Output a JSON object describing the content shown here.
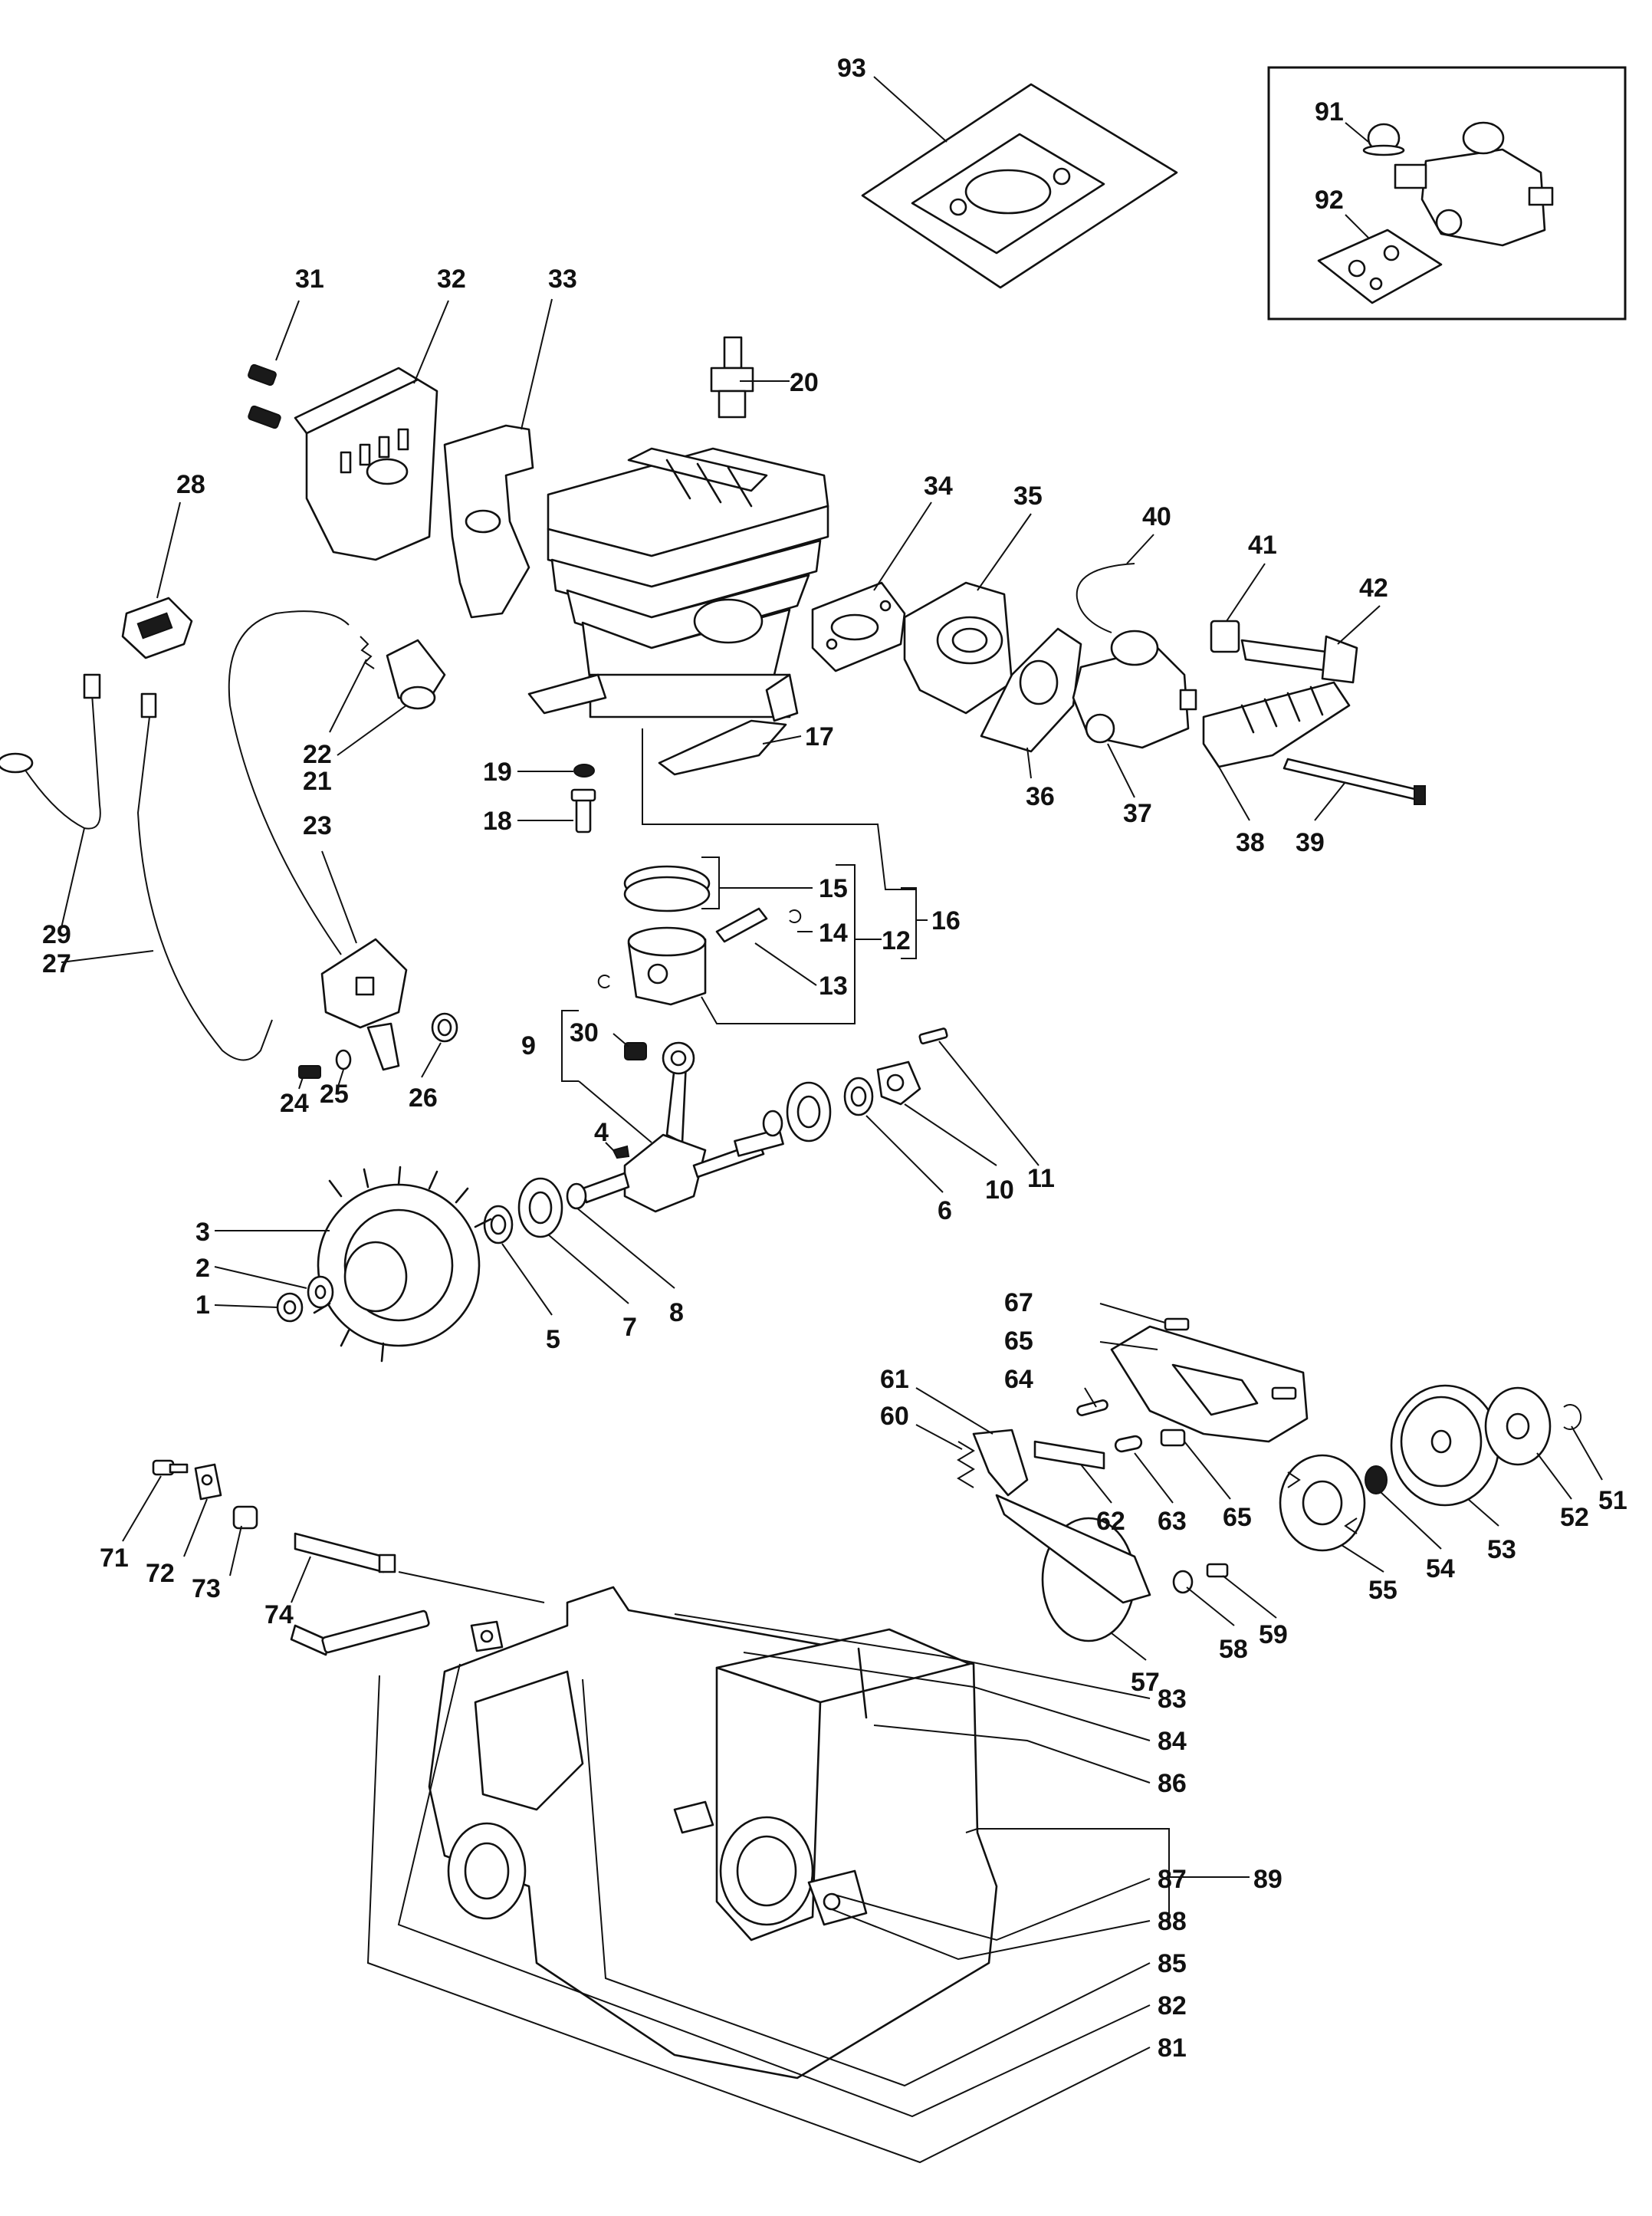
{
  "parts": {
    "p1": "1",
    "p2": "2",
    "p3": "3",
    "p4": "4",
    "p5": "5",
    "p6": "6",
    "p7": "7",
    "p8": "8",
    "p9": "9",
    "p10": "10",
    "p11": "11",
    "p12": "12",
    "p13": "13",
    "p14": "14",
    "p15": "15",
    "p16": "16",
    "p17": "17",
    "p18": "18",
    "p19": "19",
    "p20": "20",
    "p21": "21",
    "p22": "22",
    "p23": "23",
    "p24": "24",
    "p25": "25",
    "p26": "26",
    "p27": "27",
    "p28": "28",
    "p29": "29",
    "p30": "30",
    "p31": "31",
    "p32": "32",
    "p33": "33",
    "p34": "34",
    "p35": "35",
    "p36": "36",
    "p37": "37",
    "p38": "38",
    "p39": "39",
    "p40": "40",
    "p41": "41",
    "p42": "42",
    "p51": "51",
    "p52": "52",
    "p53": "53",
    "p54": "54",
    "p55": "55",
    "p57": "57",
    "p58": "58",
    "p59": "59",
    "p60": "60",
    "p61": "61",
    "p62": "62",
    "p63": "63",
    "p64": "64",
    "p65a": "65",
    "p65b": "65",
    "p67": "67",
    "p71": "71",
    "p72": "72",
    "p73": "73",
    "p74": "74",
    "p81": "81",
    "p82": "82",
    "p83": "83",
    "p84": "84",
    "p85": "85",
    "p86": "86",
    "p87": "87",
    "p88": "88",
    "p89": "89",
    "p91": "91",
    "p92": "92",
    "p93": "93"
  }
}
